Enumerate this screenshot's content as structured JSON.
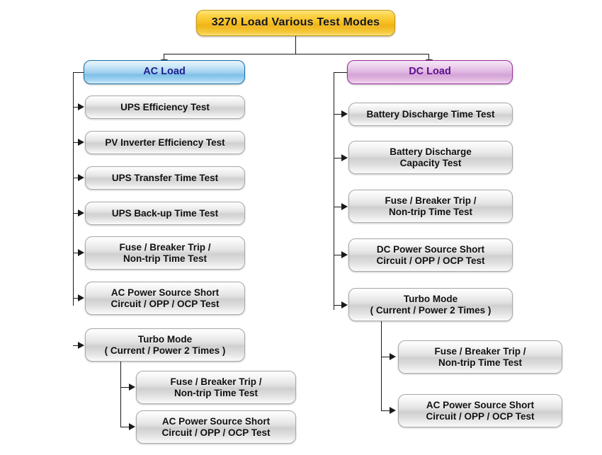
{
  "diagram": {
    "title": "3270 Load Various Test Modes",
    "background_color": "#ffffff",
    "line_color": "#1a1a1a"
  },
  "root": {
    "label": "3270 Load Various Test Modes",
    "fill_color": "#f7c021",
    "border_color": "#c89a10",
    "text_color": "#151515"
  },
  "branches": {
    "ac": {
      "header": {
        "label": "AC Load",
        "fill_color": "#7ec0e8",
        "border_color": "#1a73a8",
        "text_color": "#1c1c8c"
      },
      "items": [
        {
          "label": "UPS  Efficiency Test"
        },
        {
          "label": "PV Inverter Efficiency Test"
        },
        {
          "label": "UPS Transfer Time Test"
        },
        {
          "label": "UPS Back-up Time Test"
        },
        {
          "label": "Fuse / Breaker Trip /\nNon-trip Time Test"
        },
        {
          "label": "AC Power Source Short\nCircuit / OPP / OCP Test"
        },
        {
          "label": "Turbo Mode\n( Current / Power 2 Times )"
        }
      ],
      "turbo_children": [
        {
          "label": "Fuse / Breaker Trip /\nNon-trip Time Test"
        },
        {
          "label": "AC Power Source Short\nCircuit / OPP / OCP Test"
        }
      ]
    },
    "dc": {
      "header": {
        "label": "DC Load",
        "fill_color": "#d5a4d8",
        "border_color": "#9b2d9b",
        "text_color": "#5b0f8f"
      },
      "items": [
        {
          "label": "Battery Discharge Time Test"
        },
        {
          "label": "Battery Discharge\nCapacity Test"
        },
        {
          "label": "Fuse / Breaker Trip /\nNon-trip Time Test"
        },
        {
          "label": "DC Power Source Short\nCircuit / OPP / OCP Test"
        },
        {
          "label": "Turbo Mode\n( Current / Power 2 Times )"
        }
      ],
      "turbo_children": [
        {
          "label": "Fuse / Breaker Trip /\nNon-trip Time Test"
        },
        {
          "label": "AC Power Source Short\nCircuit / OPP / OCP Test"
        }
      ]
    }
  }
}
